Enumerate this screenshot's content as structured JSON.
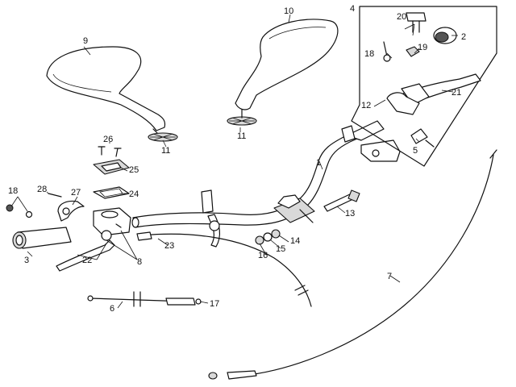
{
  "labels": {
    "l1": "1",
    "l2": "2",
    "l3": "3",
    "l4": "4",
    "l5": "5",
    "l6": "6",
    "l7": "7",
    "l8": "8",
    "l9": "9",
    "l10": "10",
    "l11a": "11",
    "l11b": "11",
    "l12": "12",
    "l13": "13",
    "l14": "14",
    "l15": "15",
    "l16": "16",
    "l17": "17",
    "l18a": "18",
    "l18b": "18",
    "l19": "19",
    "l20": "20",
    "l21": "21",
    "l22": "22",
    "l23": "23",
    "l24": "24",
    "l25": "25",
    "l26": "26",
    "l27": "27",
    "l28": "28"
  }
}
